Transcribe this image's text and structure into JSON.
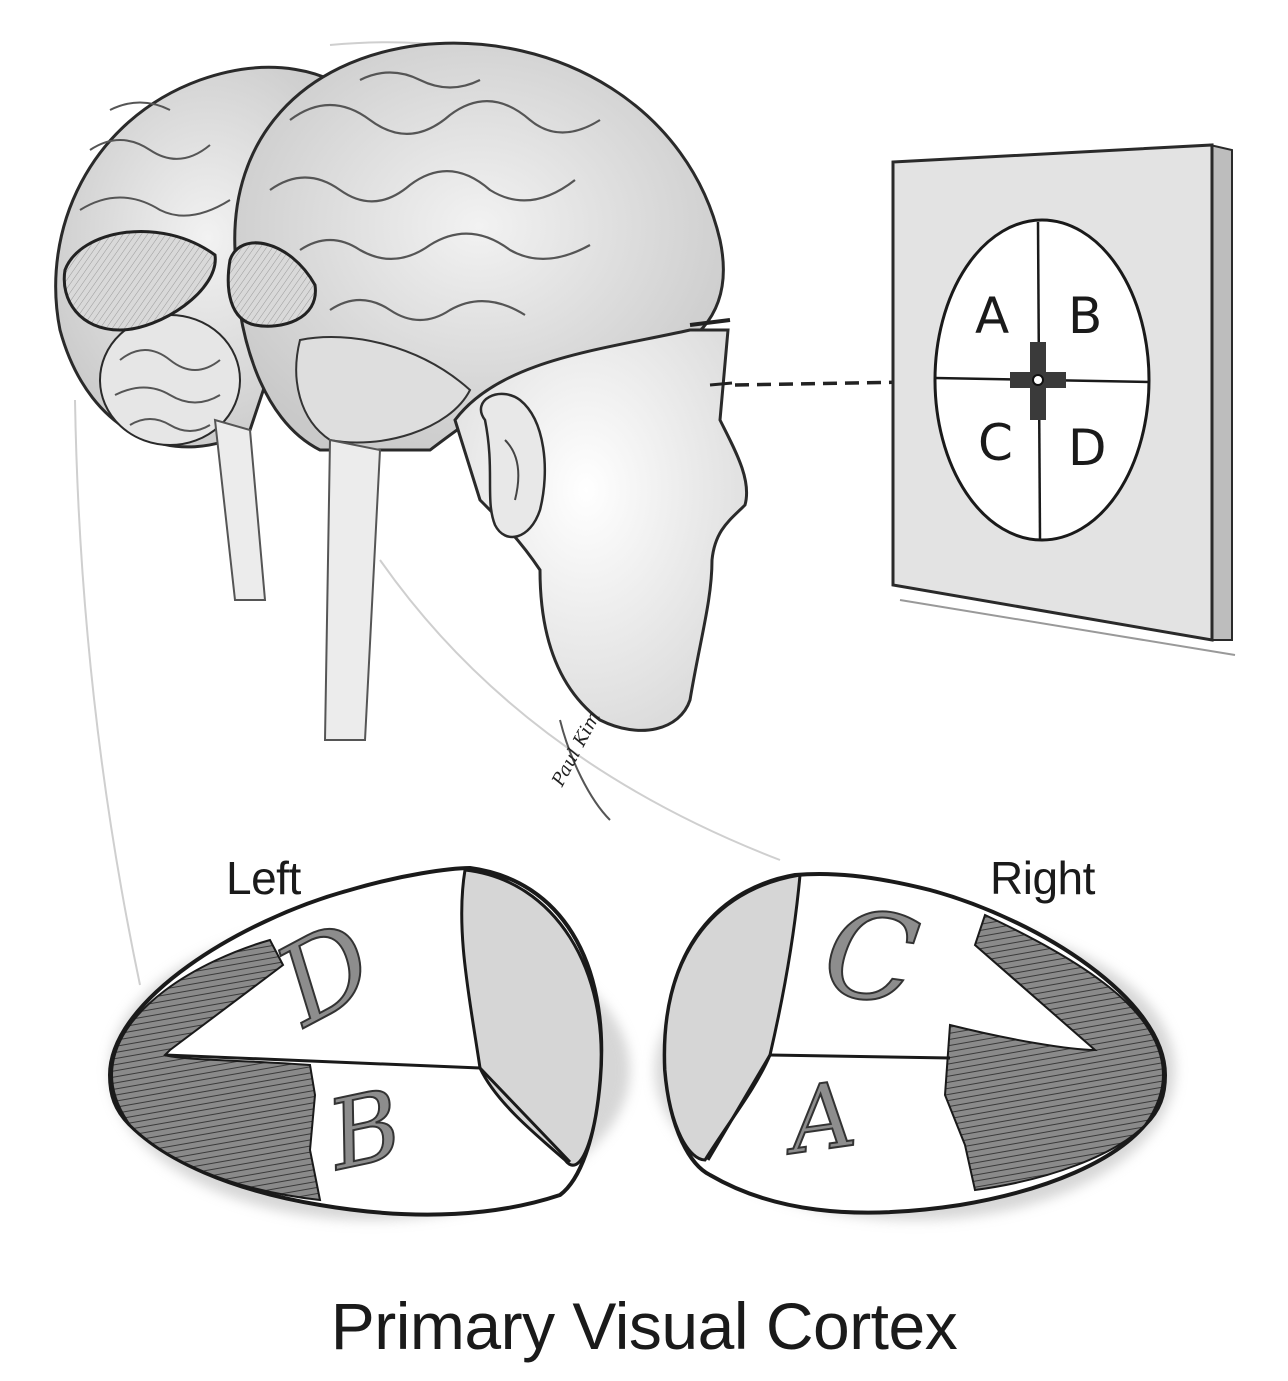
{
  "title": "Primary Visual Cortex",
  "hemispheres": {
    "left": "Left",
    "right": "Right"
  },
  "visual_field": {
    "quadrants": [
      "A",
      "B",
      "C",
      "D"
    ]
  },
  "cortex_left": {
    "upper_letter": "D",
    "lower_letter": "B"
  },
  "cortex_right": {
    "upper_letter": "C",
    "lower_letter": "A"
  },
  "signature": "Paul Kim",
  "colors": {
    "ink": "#1a1a1a",
    "shade": "#d6d6d6",
    "hatch": "#6e6e6e"
  }
}
